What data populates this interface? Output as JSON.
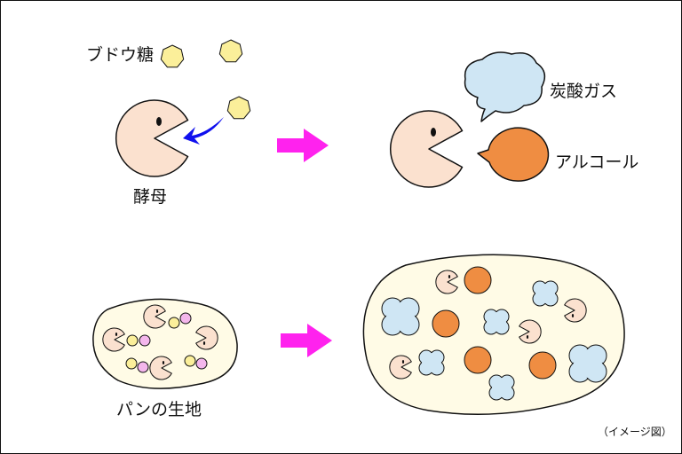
{
  "labels": {
    "glucose": "ブドウ糖",
    "yeast": "酵母",
    "co2": "炭酸ガス",
    "alcohol": "アルコール",
    "dough": "パンの生地",
    "note": "（イメージ図）"
  },
  "colors": {
    "yeast_body": "#fbe1cf",
    "glucose": "#fbef9a",
    "co2": "#cfe6f4",
    "alcohol": "#ef8d42",
    "dough": "#fffbe6",
    "small_pink": "#f4b6ec",
    "eat_arrow": "#1010ee",
    "process_arrow": "#ff22ee",
    "outline": "#111111"
  },
  "icons": {
    "yeast": "pacman-icon",
    "glucose": "heptagon-icon",
    "co2": "cloud-bubble-icon",
    "alcohol": "speech-bubble-icon",
    "arrow": "right-arrow-icon"
  }
}
